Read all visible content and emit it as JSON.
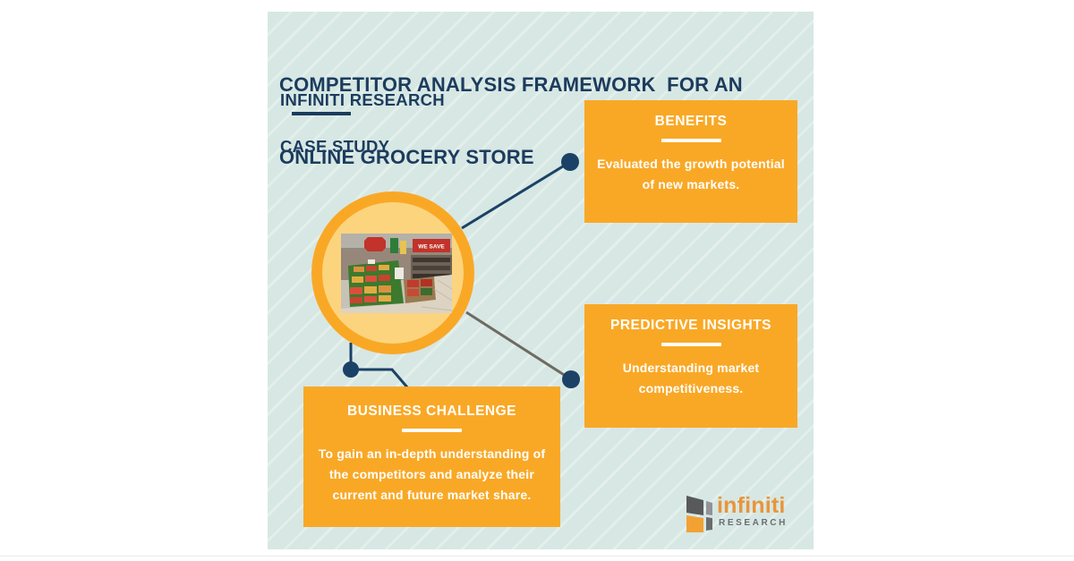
{
  "colors": {
    "panel-bg": "#D7E7E3",
    "panel-stripe": "#E3EFEB",
    "navy": "#1C3C5E",
    "connector-navy": "#1B4166",
    "connector-gray": "#6E6A64",
    "box-orange": "#F9A826",
    "circle-inner": "#FCD47E",
    "logo-orange": "#E8953A",
    "logo-gray": "#58595B",
    "logo-text-gray": "#6C6E70"
  },
  "header": {
    "title_line1": "COMPETITOR ANALYSIS FRAMEWORK  FOR AN",
    "title_line2": "ONLINE GROCERY STORE",
    "brand": "INFINITI RESEARCH",
    "subtitle": "CASE STUDY"
  },
  "boxes": {
    "benefits": {
      "title": "BENEFITS",
      "body": "Evaluated the growth potential of new markets."
    },
    "predictive": {
      "title": "PREDICTIVE INSIGHTS",
      "body": "Understanding market competitiveness."
    },
    "challenge": {
      "title": "BUSINESS CHALLENGE",
      "body": "To gain an in-depth understanding of the competitors and analyze their current and future market share."
    }
  },
  "photo": {
    "sign_text": "WE SAVE"
  },
  "logo": {
    "name": "infiniti",
    "sub": "RESEARCH"
  }
}
